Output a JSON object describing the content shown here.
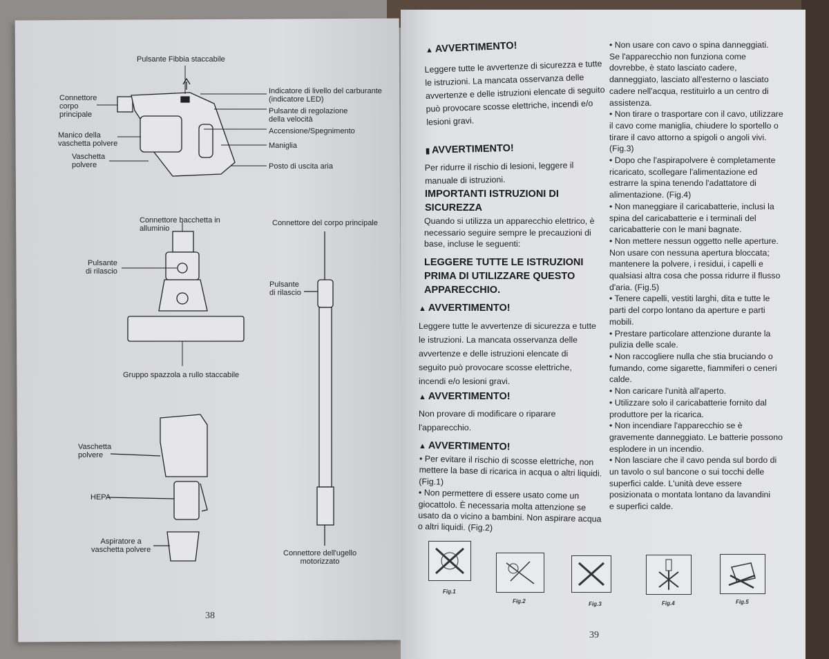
{
  "left_page": {
    "labels": {
      "detachable_buckle": "Pulsante Fibbia staccabile",
      "main_body_connector": "Connettore\ncorpo\nprincipale",
      "dust_cup_handle": "Manico della\nvaschetta polvere",
      "dust_cup_top": "Vaschetta\npolvere",
      "fuel_indicator": "Indicatore di livello del carburante\n(indicatore LED)",
      "speed_button": "Pulsante di regolazione\ndella velocità",
      "power": "Accensione/Spegnimento",
      "handle": "Maniglia",
      "air_outlet": "Posto di uscita aria",
      "aluminium_connector": "Connettore bacchetta in\nalluminio",
      "release_button_brush": "Pulsante\ndi rilascio",
      "roller_brush": "Gruppo spazzola a rullo staccabile",
      "main_body_connector_tube": "Connettore del corpo principale",
      "release_button_tube": "Pulsante\ndi rilascio",
      "dust_cup_bottom": "Vaschetta\npolvere",
      "hepa": "HEPA",
      "dust_cup_aspirator": "Aspiratore a\nvaschetta polvere",
      "motor_nozzle_connector": "Connettore dell'ugello\nmotorizzato"
    },
    "page_number": "38"
  },
  "right_page": {
    "col1": {
      "w1_heading": "AVVERTIMENTO!",
      "w1_body": "Leggere tutte le avvertenze di sicurezza e tutte\nle istruzioni. La mancata osservanza delle\navvertenze e delle istruzioni elencate di seguito\npuò provocare scosse elettriche, incendi e/o\nlesioni gravi.",
      "w2_heading": "AVVERTIMENTO!",
      "w2_body": "Per ridurre il rischio di lesioni, leggere il\nmanuale di istruzioni.",
      "important_heading": "IMPORTANTI ISTRUZIONI DI\nSICUREZZA",
      "important_body": "Quando si utilizza un apparecchio elettrico, è\nnecessario seguire sempre le precauzioni di\nbase, incluse le seguenti:",
      "read_all": "LEGGERE TUTTE LE ISTRUZIONI\nPRIMA DI UTILIZZARE QUESTO\nAPPARECCHIO.",
      "w3_heading": "AVVERTIMENTO!",
      "w3_body": "Leggere tutte le avvertenze di sicurezza e tutte\n le istruzioni. La mancata osservanza delle\navvertenze e delle istruzioni elencate di\nseguito può provocare scosse elettriche,\nincendi e/o lesioni gravi.",
      "w4_heading": "AVVERTIMENTO!",
      "w4_body": "Non provare di modificare o riparare\nl'apparecchio.",
      "w5_heading": "AVVERTIMENTO!",
      "w5_body": "• Per evitare il rischio di scosse elettriche, non\nmettere la base di ricarica in acqua o altri liquidi.\n(Fig.1)\n• Non permettere di essere usato come un\ngiocattolo. È necessaria molta attenzione se\nusato da o vicino a bambini. Non aspirare acqua\no altri liquidi. (Fig.2)"
    },
    "col2_text": "• Non usare con cavo o spina danneggiati.\nSe l'apparecchio non funziona come\ndovrebbe, è stato lasciato cadere,\ndanneggiato, lasciato all'esterno o lasciato\ncadere nell'acqua, restituirlo a un centro di\nassistenza.\n• Non tirare o trasportare con il cavo, utilizzare\nil cavo come maniglia, chiudere lo sportello o\ntirare il cavo attorno a spigoli o angoli vivi.\n(Fig.3)\n• Dopo che l'aspirapolvere è completamente\nricaricato, scollegare l'alimentazione ed\nestrarre la spina tenendo l'adattatore di\nalimentazione. (Fig.4)\n• Non maneggiare il caricabatterie, inclusi la\nspina del caricabatterie e i terminali del\ncaricabatterie con le mani bagnate.\n• Non mettere nessun oggetto nelle aperture.\nNon usare con nessuna apertura bloccata;\nmantenere la polvere, i residui, i capelli e\nqualsiasi altra cosa che possa ridurre il flusso\nd'aria. (Fig.5)\n• Tenere capelli, vestiti larghi, dita e tutte le\nparti del corpo lontano da aperture e parti\nmobili.\n• Prestare particolare attenzione durante la\npulizia delle scale.\n• Non raccogliere nulla che stia bruciando o\nfumando, come sigarette, fiammiferi o ceneri\ncalde.\n• Non caricare l'unità all'aperto.\n• Utilizzare solo il caricabatterie fornito dal\nproduttore per la ricarica.\n• Non incendiare l'apparecchio se è\ngravemente danneggiato. Le batterie possono\nesplodere in un incendio.\n• Non lasciare che il cavo penda sul bordo di\nun tavolo o sul bancone o sui tocchi delle\nsuperfici calde. L'unità deve essere\nposizionata o montata lontano da lavandini\ne superfici calde.",
    "figures": [
      "Fig.1",
      "Fig.2",
      "Fig.3",
      "Fig.4",
      "Fig.5"
    ],
    "page_number": "39"
  }
}
